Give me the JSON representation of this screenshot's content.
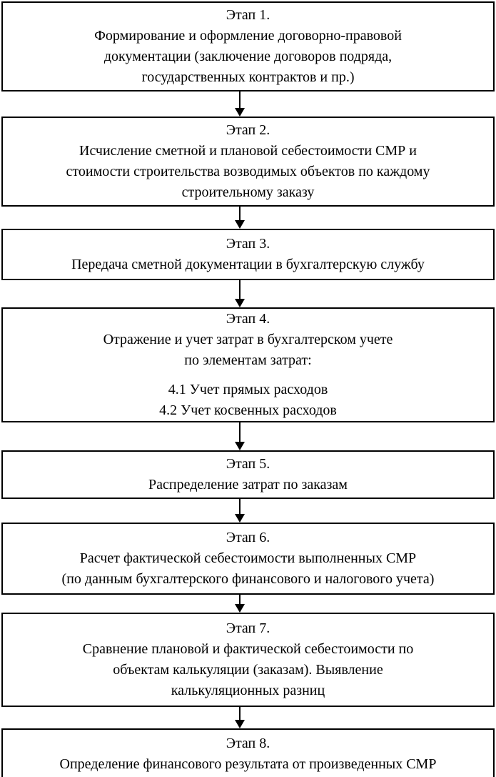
{
  "diagram": {
    "type": "flowchart",
    "direction": "top-down",
    "box_border_color": "#000000",
    "box_background": "#ffffff",
    "text_color": "#000000",
    "arrow_color": "#000000",
    "stages": [
      {
        "title": "Этап 1.",
        "body": "Формирование и оформление договорно-правовой\nдокументации (заключение договоров подряда,\nгосударственных контрактов и пр.)"
      },
      {
        "title": "Этап 2.",
        "body": "Исчисление сметной и плановой себестоимости СМР и\nстоимости строительства возводимых объектов по каждому\nстроительному заказу"
      },
      {
        "title": "Этап 3.",
        "body": "Передача сметной документации в бухгалтерскую службу"
      },
      {
        "title": "Этап 4.",
        "body": "Отражение и учет затрат в бухгалтерском учете\nпо элементам затрат:",
        "sub_items": "4.1 Учет прямых расходов\n4.2 Учет косвенных расходов"
      },
      {
        "title": "Этап 5.",
        "body": "Распределение затрат по заказам"
      },
      {
        "title": "Этап 6.",
        "body": "Расчет фактической себестоимости выполненных СМР\n(по данным бухгалтерского финансового и налогового учета)"
      },
      {
        "title": "Этап 7.",
        "body": "Сравнение плановой и фактической себестоимости по\nобъектам калькуляции (заказам). Выявление\nкалькуляционных разниц"
      },
      {
        "title": "Этап 8.",
        "body": "Определение финансового результата от произведенных СМР"
      }
    ]
  }
}
